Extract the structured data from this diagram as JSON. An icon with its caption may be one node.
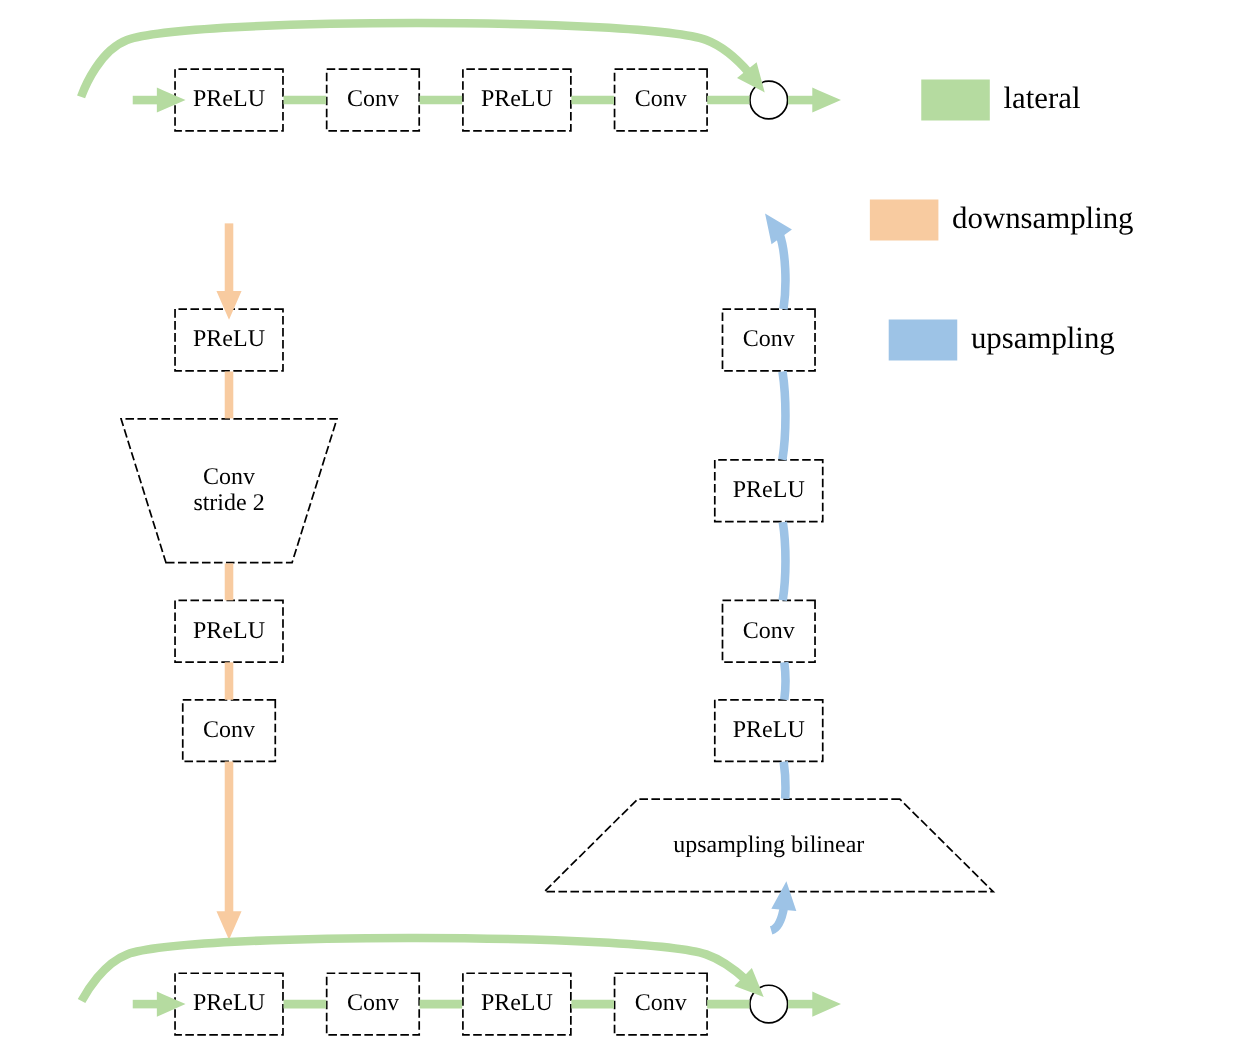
{
  "diagram": {
    "nodes": [
      {
        "text": [
          "PReLU"
        ]
      },
      {
        "text": [
          "Conv"
        ]
      },
      {
        "text": [
          "PReLU"
        ]
      },
      {
        "text": [
          "Conv"
        ]
      },
      {
        "text": [],
        "shape": "circle"
      },
      {
        "text": [
          "PReLU"
        ]
      },
      {
        "text": [
          "Conv",
          "stride 2"
        ]
      },
      {
        "text": [
          "PReLU"
        ]
      },
      {
        "text": [
          "Conv"
        ]
      },
      {
        "text": [
          "PReLU"
        ]
      },
      {
        "text": [
          "Conv"
        ]
      },
      {
        "text": [
          "PReLU"
        ]
      },
      {
        "text": [
          "Conv"
        ]
      },
      {
        "text": [],
        "shape": "circle"
      },
      {
        "text": [
          "upsampling bilinear"
        ]
      },
      {
        "text": [
          "PReLU"
        ]
      },
      {
        "text": [
          "Conv"
        ]
      },
      {
        "text": [
          "PReLU"
        ]
      },
      {
        "text": [
          "Conv"
        ]
      }
    ],
    "edges": [
      {
        "from": null,
        "to": 0,
        "arrow": "to"
      },
      {
        "from": 0,
        "to": 1,
        "arrow": "none"
      },
      {
        "from": 1,
        "to": 2,
        "arrow": "none"
      },
      {
        "from": 2,
        "to": 3,
        "arrow": "none"
      },
      {
        "from": 3,
        "to": 4,
        "arrow": "none"
      },
      {
        "from": null,
        "to": 4,
        "arrow": "to"
      },
      {
        "from": 4,
        "to": null,
        "arrow": "to"
      },
      {
        "from": null,
        "to": 5,
        "arrow": "to",
        "color": "#f8cba0"
      },
      {
        "from": 5,
        "to": 6,
        "arrow": "none",
        "color": "#f8cba0"
      },
      {
        "from": 6,
        "to": 7,
        "arrow": "none",
        "color": "#f8cba0"
      },
      {
        "from": 7,
        "to": 8,
        "arrow": "none",
        "color": "#f8cba0"
      },
      {
        "from": 8,
        "to": null,
        "arrow": "to",
        "color": "#f8cba0"
      },
      {
        "from": null,
        "to": 9,
        "arrow": "to"
      },
      {
        "from": 9,
        "to": 10,
        "arrow": "none"
      },
      {
        "from": 10,
        "to": 11,
        "arrow": "none"
      },
      {
        "from": 11,
        "to": 12,
        "arrow": "none"
      },
      {
        "from": 12,
        "to": 13,
        "arrow": "none"
      },
      {
        "from": null,
        "to": 13,
        "arrow": "to"
      },
      {
        "from": 13,
        "to": null,
        "arrow": "to"
      },
      {
        "from": null,
        "to": 14,
        "arrow": "to",
        "color": "#9dc3e6"
      },
      {
        "from": 14,
        "to": 15,
        "arrow": "none",
        "color": "#9dc3e6"
      },
      {
        "from": 15,
        "to": 16,
        "arrow": "none",
        "color": "#9dc3e6"
      },
      {
        "from": 16,
        "to": 17,
        "arrow": "none",
        "color": "#9dc3e6"
      },
      {
        "from": 17,
        "to": 18,
        "arrow": "none",
        "color": "#9dc3e6"
      },
      {
        "from": 18,
        "to": null,
        "arrow": "to",
        "color": "#9dc3e6"
      }
    ],
    "legend": [
      {
        "text": "lateral",
        "color": "#b5dba0"
      },
      {
        "text": "downsampling",
        "color": "#f8cba0"
      },
      {
        "text": "upsampling",
        "color": "#9dc3e6"
      }
    ]
  }
}
